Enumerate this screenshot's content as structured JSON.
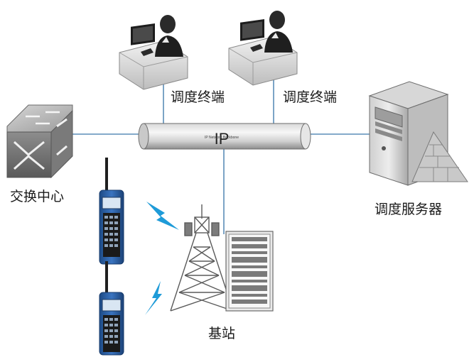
{
  "labels": {
    "terminal_1": "调度终端",
    "terminal_2": "调度终端",
    "switch_center": "交换中心",
    "dispatch_server": "调度服务器",
    "base_station": "基站",
    "backbone_ip": "IP",
    "backbone_small": "IP Network Backbone"
  },
  "colors": {
    "link_line": "#5b8db8",
    "pipe_light": "#f4f4f4",
    "pipe_dark": "#8a8a8a",
    "radio_body": "#2a5d9c",
    "lightning": "#1e9bd8"
  },
  "icons": [
    "operator-terminal-icon",
    "switch-icon",
    "server-icon",
    "firewall-icon",
    "tower-icon",
    "rack-icon",
    "radio-icon",
    "lightning-icon"
  ]
}
